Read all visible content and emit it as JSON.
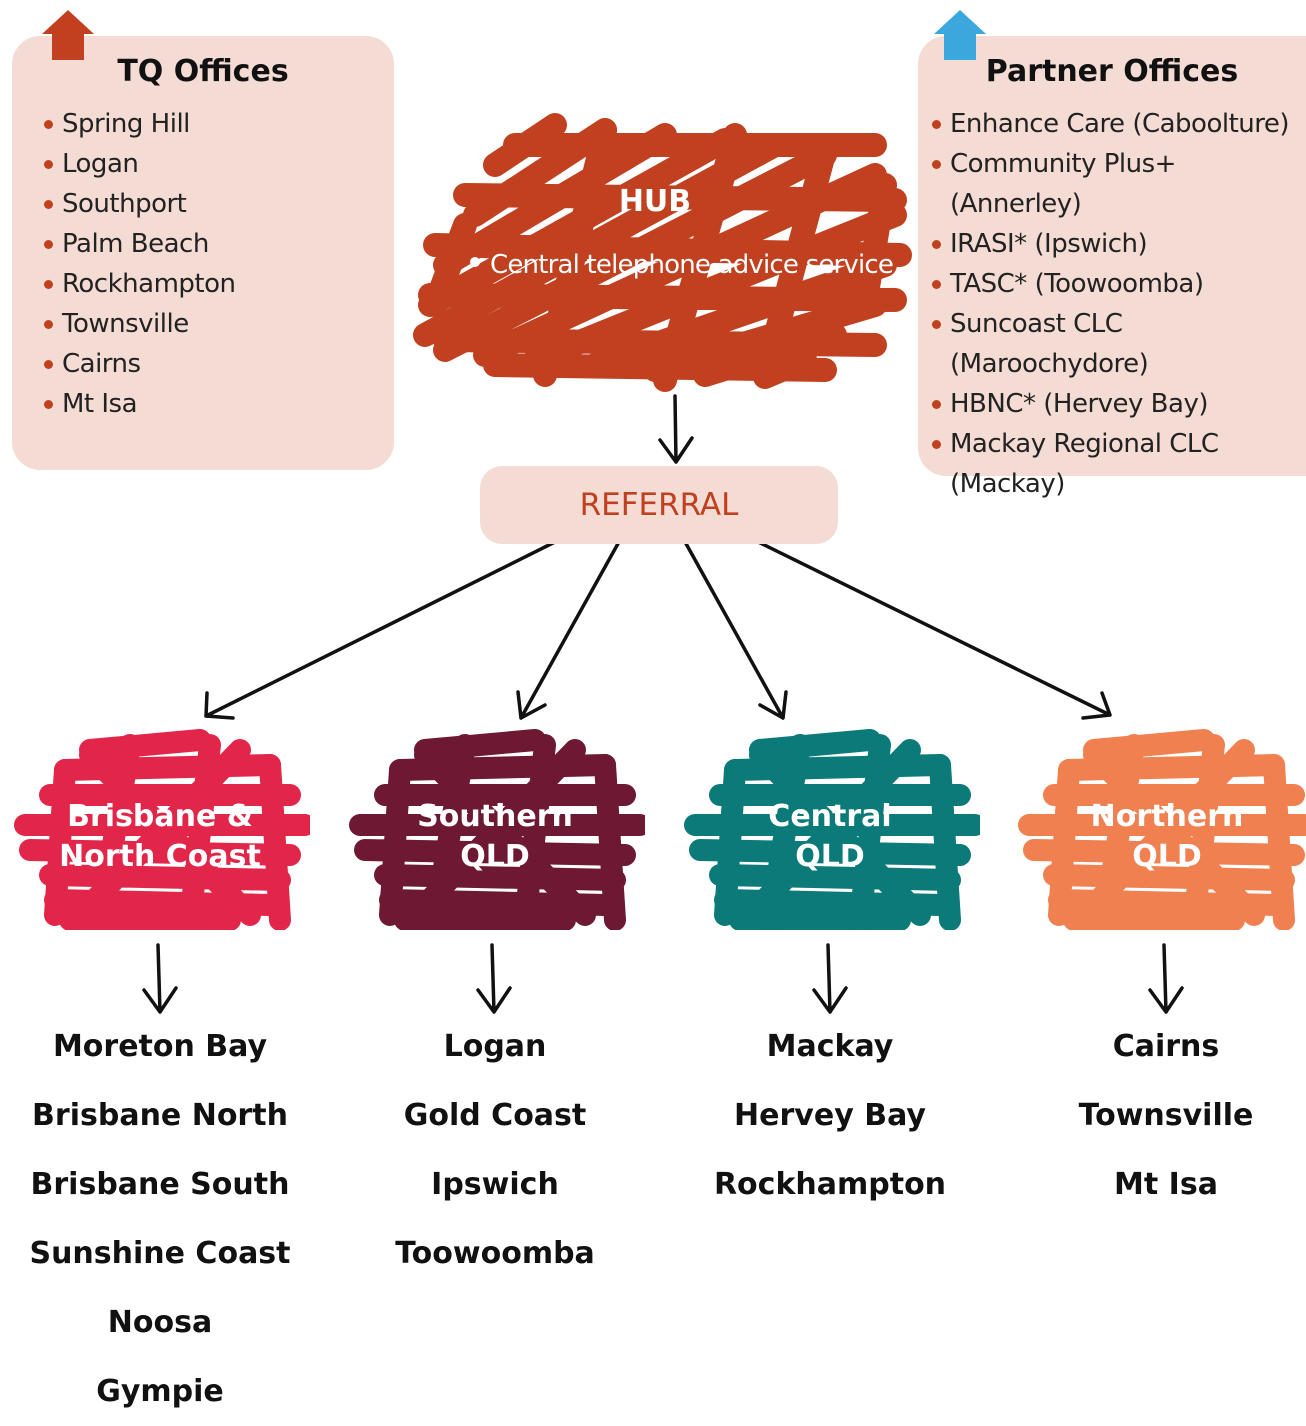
{
  "tq_offices": {
    "title": "TQ Offices",
    "items": [
      "Spring Hill",
      "Logan",
      "Southport",
      "Palm Beach",
      "Rockhampton",
      "Townsville",
      "Cairns",
      "Mt Isa"
    ],
    "arrow_color": "#c1401f"
  },
  "partner_offices": {
    "title": "Partner Offices",
    "items": [
      "Enhance Care (Caboolture)",
      "Community Plus+ (Annerley)",
      "IRASI* (Ipswich)",
      "TASC* (Toowoomba)",
      "Suncoast CLC (Maroochydore)",
      "HBNC* (Hervey Bay)",
      "Mackay Regional CLC",
      "(Mackay)"
    ],
    "arrow_color": "#3aa8dc"
  },
  "hub": {
    "title": "HUB",
    "item": "Central telephone advice service",
    "color": "#c1401f"
  },
  "referral": {
    "label": "REFERRAL"
  },
  "regions": [
    {
      "line1": "Brisbane &",
      "line2": "North Coast",
      "color": "#e2264a",
      "areas": [
        "Moreton Bay",
        "Brisbane North",
        "Brisbane South",
        "Sunshine Coast",
        "Noosa",
        "Gympie"
      ]
    },
    {
      "line1": "Southern",
      "line2": "QLD",
      "color": "#6e1933",
      "areas": [
        "Logan",
        "Gold Coast",
        "Ipswich",
        "Toowoomba"
      ]
    },
    {
      "line1": "Central",
      "line2": "QLD",
      "color": "#0b7a78",
      "areas": [
        "Mackay",
        "Hervey Bay",
        "Rockhampton"
      ]
    },
    {
      "line1": "Northern",
      "line2": "QLD",
      "color": "#f08050",
      "areas": [
        "Cairns",
        "Townsville",
        "Mt Isa"
      ]
    }
  ]
}
